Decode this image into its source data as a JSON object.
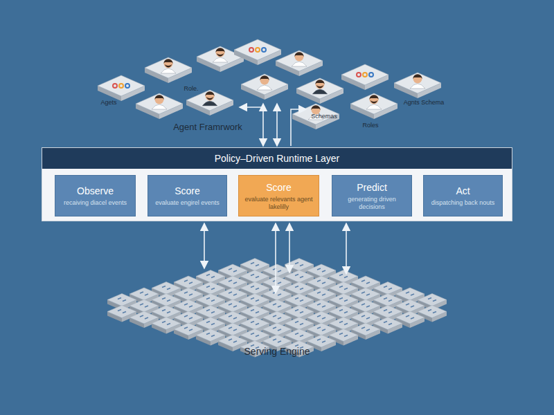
{
  "diagram": {
    "nodes": [
      {
        "text": [
          "Policy–Driven Runtime Layer"
        ]
      },
      {
        "text": [
          "Observe",
          "recaiving diacel events"
        ],
        "in": 0
      },
      {
        "text": [
          "Score",
          "evaluate engirel events"
        ],
        "in": 0
      },
      {
        "text": [
          "Score",
          "evaluate relevants agent lakelilly"
        ],
        "in": 0
      },
      {
        "text": [
          "Predict",
          "generating driven decisions"
        ],
        "in": 0
      },
      {
        "text": [
          "Act",
          "dispatching back nouts"
        ],
        "in": 0
      }
    ],
    "labels": [
      "Agets",
      "Role.",
      "Agent Framrwork",
      "Schemas",
      "Roles",
      "Agnts Schema",
      "Serving Engine"
    ]
  }
}
